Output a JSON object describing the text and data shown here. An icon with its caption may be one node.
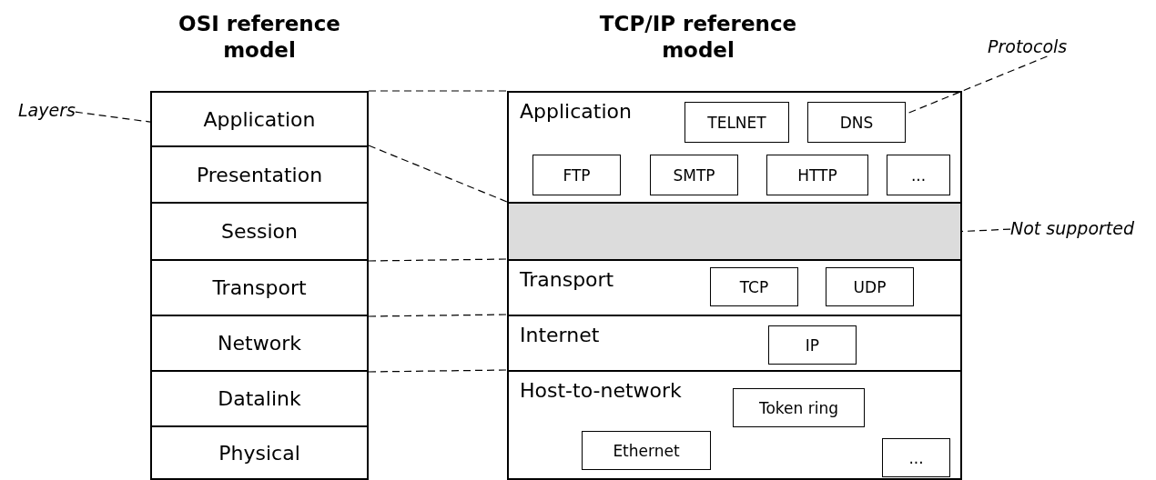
{
  "diagram": {
    "nodes": [
      {
        "text": [
          "OSI reference model"
        ]
      },
      {
        "text": [
          "Application"
        ],
        "in": 0
      },
      {
        "text": [
          "Presentation"
        ],
        "in": 0
      },
      {
        "text": [
          "Session"
        ],
        "in": 0
      },
      {
        "text": [
          "Transport"
        ],
        "in": 0
      },
      {
        "text": [
          "Network"
        ],
        "in": 0
      },
      {
        "text": [
          "Datalink"
        ],
        "in": 0
      },
      {
        "text": [
          "Physical"
        ],
        "in": 0
      },
      {
        "text": [
          "TCP/IP reference model"
        ]
      },
      {
        "text": [
          "Application"
        ],
        "in": 8
      },
      {
        "text": [
          "TELNET"
        ],
        "in": 9
      },
      {
        "text": [
          "DNS"
        ],
        "in": 9
      },
      {
        "text": [
          "FTP"
        ],
        "in": 9
      },
      {
        "text": [
          "SMTP"
        ],
        "in": 9
      },
      {
        "text": [
          "HTTP"
        ],
        "in": 9
      },
      {
        "text": [
          "..."
        ],
        "in": 9
      },
      {
        "text": [],
        "shape": "box",
        "in": 8
      },
      {
        "text": [
          "Transport"
        ],
        "in": 8
      },
      {
        "text": [
          "TCP"
        ],
        "in": 17
      },
      {
        "text": [
          "UDP"
        ],
        "in": 17
      },
      {
        "text": [
          "Internet"
        ],
        "in": 8
      },
      {
        "text": [
          "IP"
        ],
        "in": 20
      },
      {
        "text": [
          "Host-to-network"
        ],
        "in": 8
      },
      {
        "text": [
          "Token ring"
        ],
        "in": 22
      },
      {
        "text": [
          "Ethernet"
        ],
        "in": 22
      },
      {
        "text": [
          "..."
        ],
        "in": 22
      },
      {
        "text": [
          "Layers"
        ]
      },
      {
        "text": [
          "Protocols"
        ]
      },
      {
        "text": [
          "Not supported"
        ]
      }
    ],
    "edges": [
      {
        "from": 26,
        "to": 1,
        "arrow": "none",
        "style": "dashed"
      },
      {
        "from": 27,
        "to": 11,
        "arrow": "none",
        "style": "dashed"
      },
      {
        "from": 28,
        "to": 16,
        "arrow": "none",
        "style": "dashed"
      },
      {
        "from": 1,
        "to": 9,
        "arrow": "none",
        "style": "dashed"
      },
      {
        "from": 2,
        "to": 16,
        "arrow": "none",
        "style": "dashed"
      },
      {
        "from": 3,
        "to": 17,
        "arrow": "none",
        "style": "dashed"
      },
      {
        "from": 4,
        "to": 20,
        "arrow": "none",
        "style": "dashed"
      },
      {
        "from": 5,
        "to": 22,
        "arrow": "none",
        "style": "dashed"
      }
    ]
  }
}
